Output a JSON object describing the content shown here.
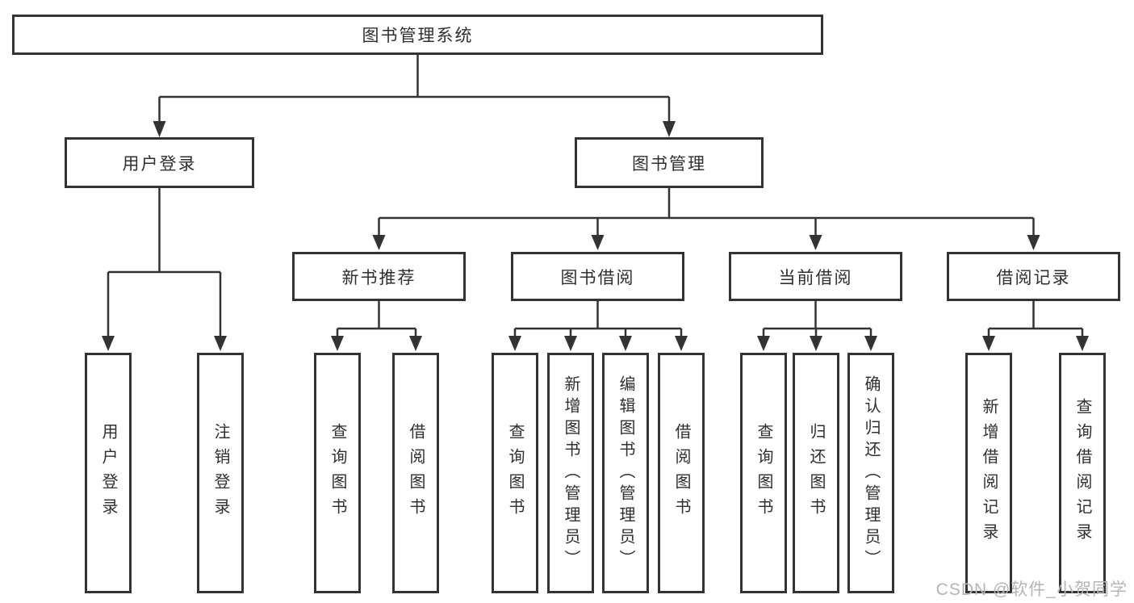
{
  "title": "图书管理系统",
  "watermark": "CSDN @软件_小贺同学",
  "colors": {
    "line": "#333333",
    "box_border": "#333333",
    "box_fill": "#ffffff",
    "text": "#2f2f2f",
    "watermark": "#b5b5b5",
    "background": "#ffffff"
  },
  "tree": {
    "root": "图书管理系统",
    "branches": [
      {
        "label": "用户登录",
        "children": [
          "用户登录",
          "注销登录"
        ]
      },
      {
        "label": "图书管理",
        "children": [
          {
            "label": "新书推荐",
            "children": [
              "查询图书",
              "借阅图书"
            ]
          },
          {
            "label": "图书借阅",
            "children": [
              "查询图书",
              "新增图书（管理员）",
              "编辑图书（管理员）",
              "借阅图书"
            ]
          },
          {
            "label": "当前借阅",
            "children": [
              "查询图书",
              "归还图书",
              "确认归还（管理员）"
            ]
          },
          {
            "label": "借阅记录",
            "children": [
              "新增借阅记录",
              "查询借阅记录"
            ]
          }
        ]
      }
    ]
  }
}
